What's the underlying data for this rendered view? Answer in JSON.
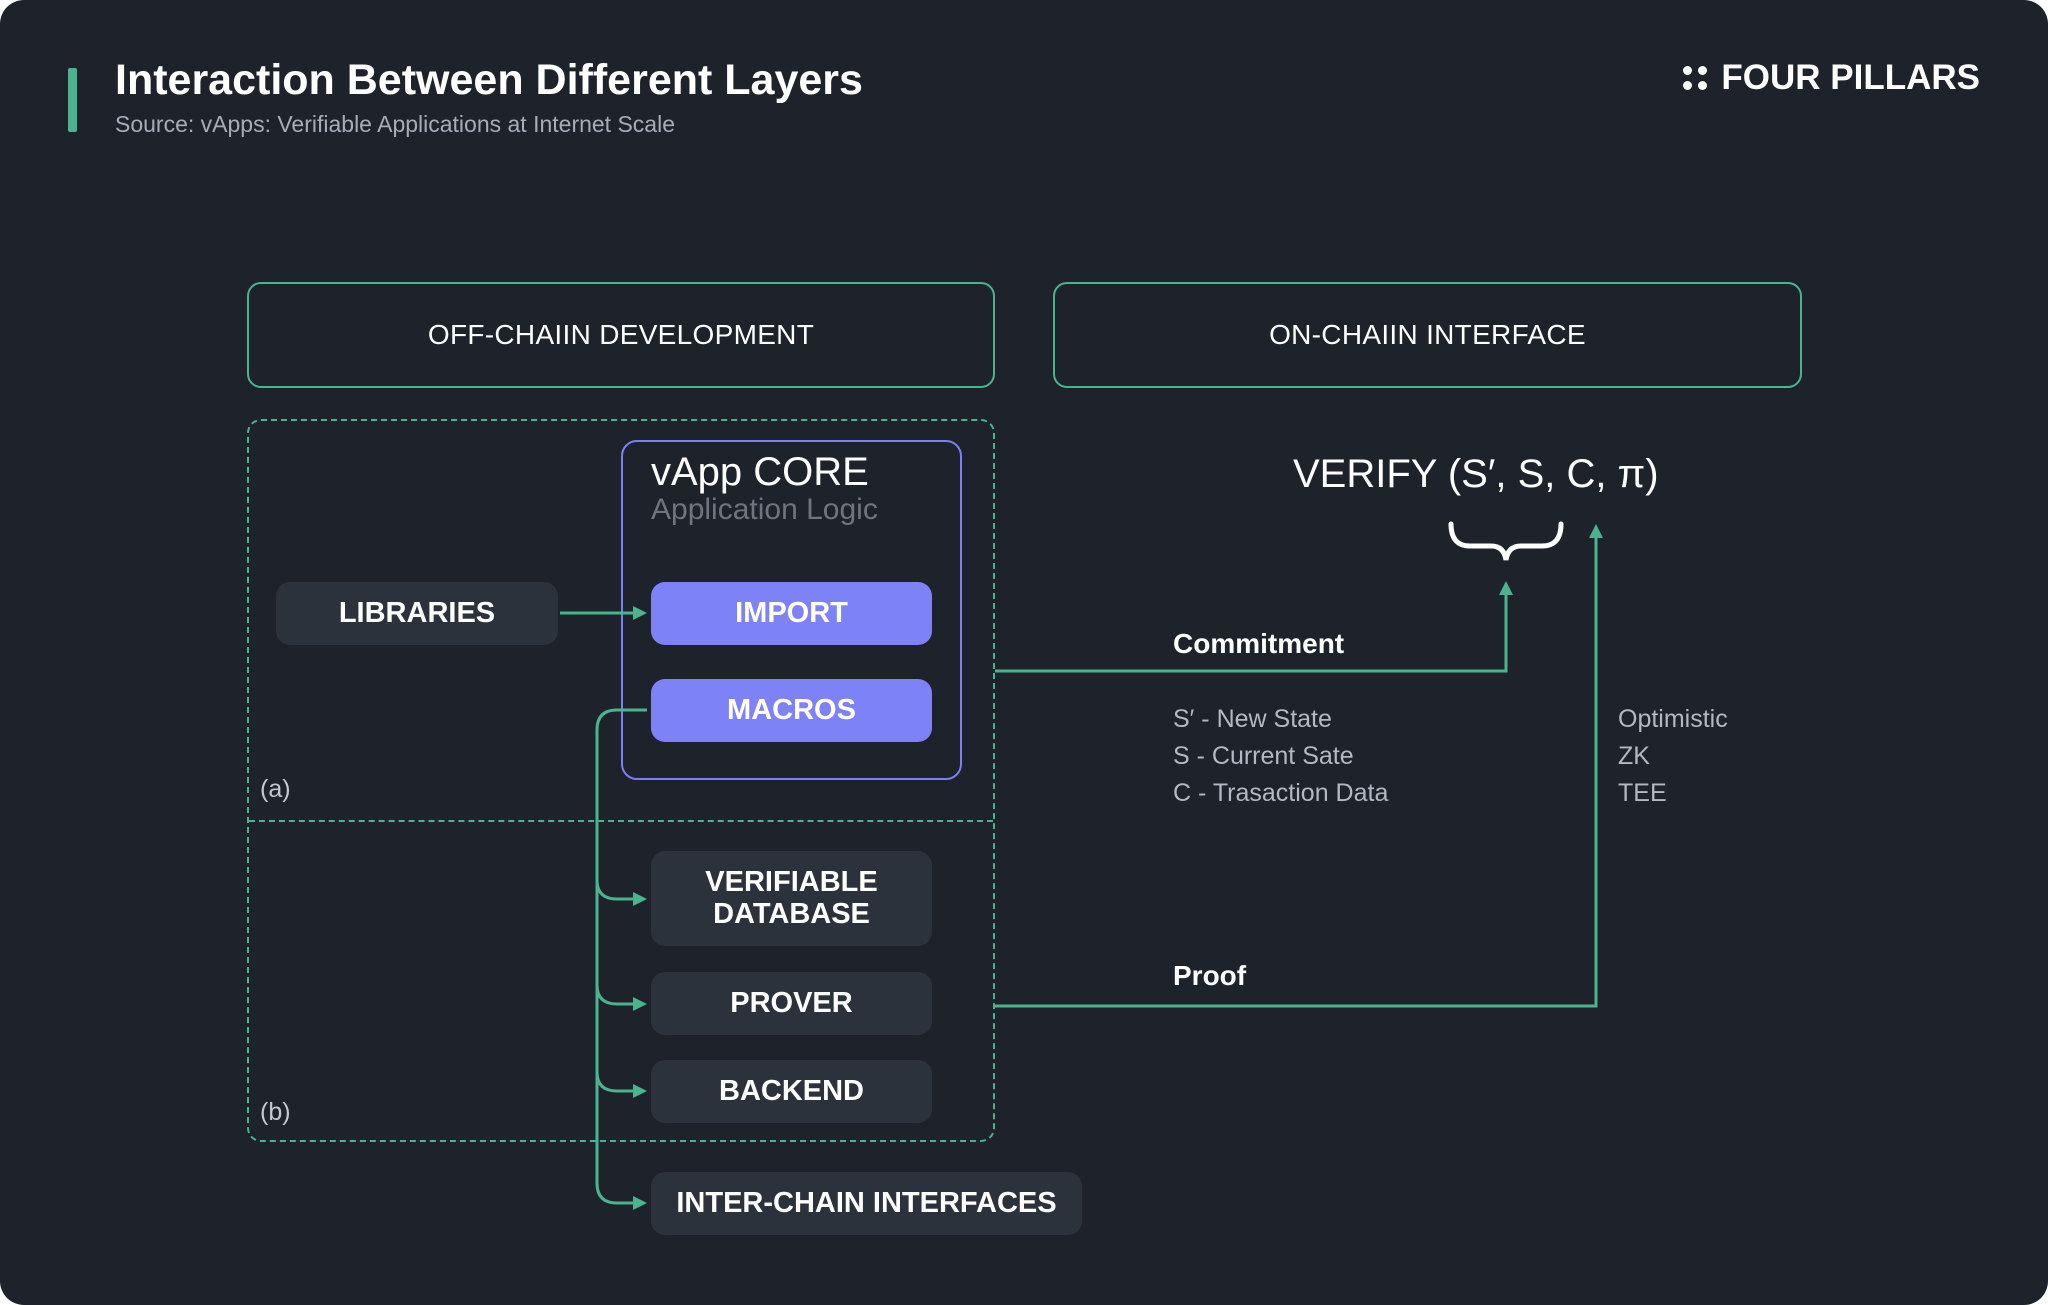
{
  "header": {
    "title": "Interaction Between Different Layers",
    "source": "Source: vApps: Verifiable Applications at Internet Scale",
    "brand": "FOUR PILLARS"
  },
  "sections": {
    "offchain": "OFF-CHAIIN DEVELOPMENT",
    "onchain": "ON-CHAIIN INTERFACE"
  },
  "regions": {
    "a": "(a)",
    "b": "(b)"
  },
  "core": {
    "title": "vApp CORE",
    "subtitle": "Application Logic",
    "import": "IMPORT",
    "macros": "MACROS"
  },
  "nodes": {
    "libraries": "LIBRARIES",
    "verifiable_database": "VERIFIABLE DATABASE",
    "prover": "PROVER",
    "backend": "BACKEND",
    "interchain": "INTER-CHAIN INTERFACES"
  },
  "verify": "VERIFY (S′, S, C, π)",
  "edges": {
    "commitment": "Commitment",
    "proof": "Proof"
  },
  "commitment_legend": [
    "S′ - New State",
    "S - Current Sate",
    "C - Trasaction Data"
  ],
  "proof_types": [
    "Optimistic",
    "ZK",
    "TEE"
  ],
  "colors": {
    "background": "#1e222b",
    "accent": "#4ab48f",
    "purple": "#7e82f7",
    "node": "#2c323c"
  }
}
